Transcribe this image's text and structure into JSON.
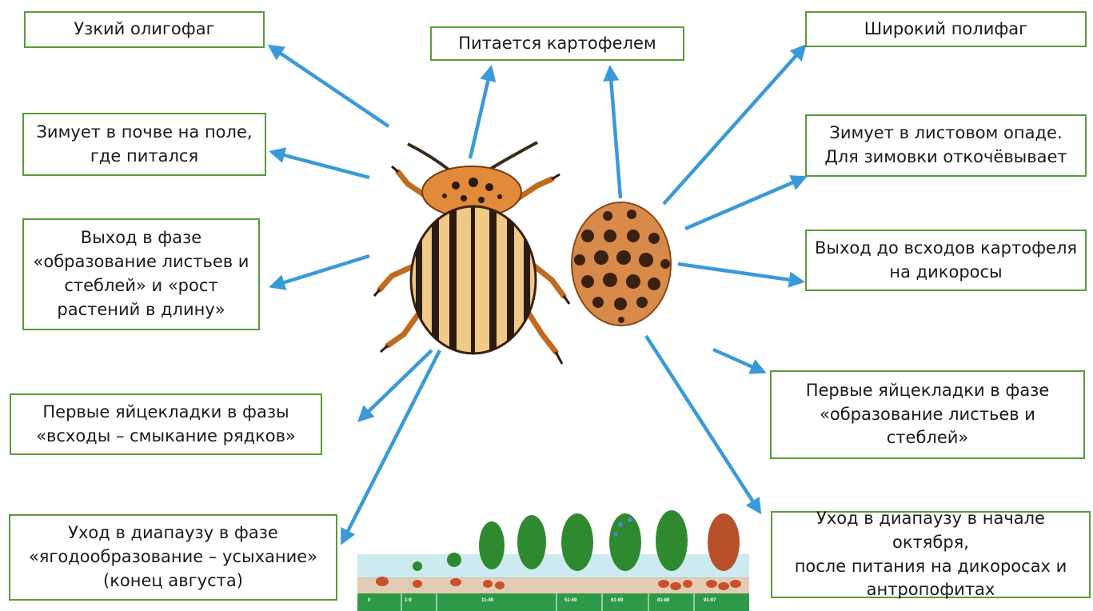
{
  "colors": {
    "box_border": "#5a9a3a",
    "arrow": "#3a9ad8",
    "stage_bar": "#2e9a48",
    "ground": "#cdeaf0"
  },
  "left": {
    "narrow_oligophage": "Узкий олигофаг",
    "overwinters": "Зимует в почве на поле,\nгде питался",
    "emergence": "Выход в фазе\n«образование листьев и\nстеблей» и «рост\nрастений в длину»",
    "first_eggs": "Первые яйцекладки в фазы\n«всходы – смыкание рядков»",
    "diapause": "Уход в диапаузу в фазе\n«ягодообразование – усыхание»\n(конец августа)"
  },
  "center": {
    "feeds_on_potato": "Питается картофелем"
  },
  "right": {
    "broad_polyphage": "Широкий полифаг",
    "overwinters": "Зимует в листовом опаде.\nДля зимовки откочёвывает",
    "emergence": "Выход до всходов картофеля\nна дикоросы",
    "first_eggs": "Первые яйцекладки в фазе\n«образование листьев и\nстеблей»",
    "diapause": "Уход в диапаузу в начале октября,\nпосле питания на дикоросах и\nантропофитах"
  },
  "icons": {
    "beetle_left": "colorado-potato-beetle-icon",
    "beetle_right": "spotted-ladybird-beetle-icon",
    "potato_stages": "potato-growth-stages-icon"
  }
}
